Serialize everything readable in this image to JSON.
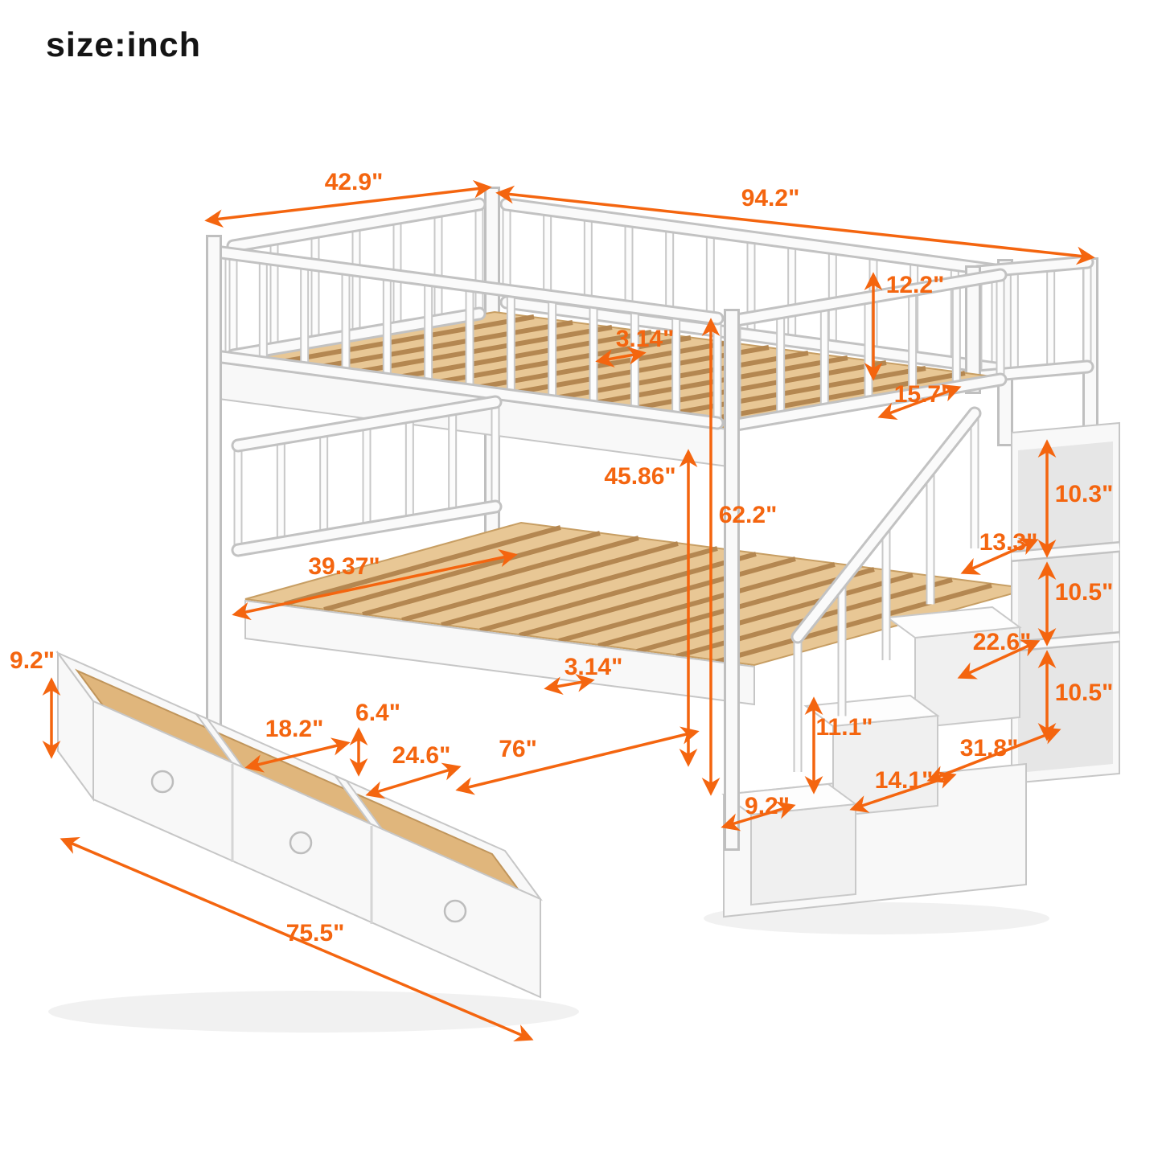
{
  "page": {
    "size_label": "size:inch"
  },
  "colors": {
    "accent": "#f4650f",
    "wood": "#e0b67c",
    "frame_white": "#f8f8f8"
  },
  "dims": {
    "head_width": "42.9\"",
    "total_length": "94.2\"",
    "guardrail_height": "12.2\"",
    "upper_slat_gap": "3.14\"",
    "footboard_height": "15.7\"",
    "bunk_clearance": "45.86\"",
    "total_height": "62.2\"",
    "shelf_top_height": "10.3\"",
    "shelf_top_width": "13.3\"",
    "shelf_mid_height": "10.5\"",
    "shelf_mid_width": "22.6\"",
    "shelf_bottom_height": "10.5\"",
    "lower_bed_width": "39.37\"",
    "lower_slat_gap": "3.14\"",
    "drawer_height": "9.2\"",
    "divider_height": "6.4\"",
    "compartment_width_small": "18.2\"",
    "compartment_width_large": "24.6\"",
    "lower_bed_length": "76\"",
    "step_height": "11.1\"",
    "step_depth": "14.1\"",
    "stair_base_depth": "9.2\"",
    "shelf_depth": "31.8\"",
    "drawer_length": "75.5\""
  }
}
